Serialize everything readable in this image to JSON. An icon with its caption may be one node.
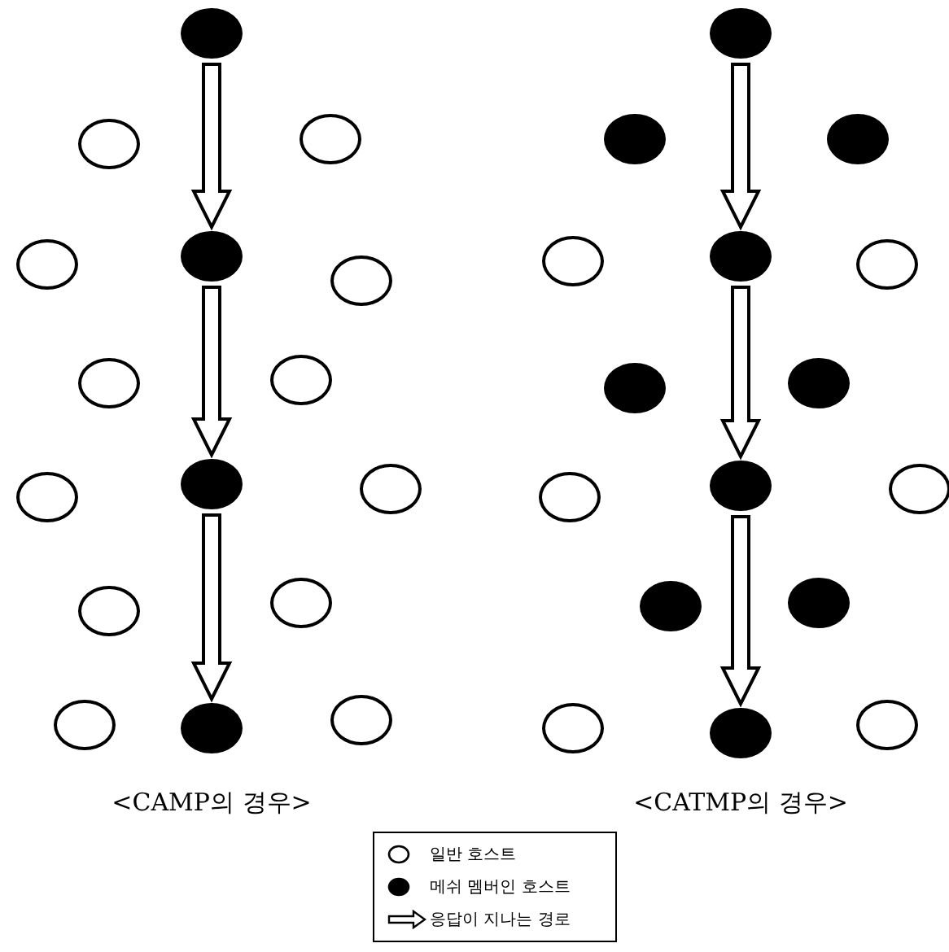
{
  "diagram": {
    "nodes": [
      {
        "text": [],
        "shape": "circle"
      },
      {
        "text": [],
        "shape": "circle"
      },
      {
        "text": [],
        "shape": "circle"
      },
      {
        "text": [],
        "shape": "circle"
      },
      {
        "text": [],
        "shape": "circle"
      },
      {
        "text": [],
        "shape": "circle"
      },
      {
        "text": [],
        "shape": "circle"
      },
      {
        "text": [],
        "shape": "circle"
      },
      {
        "text": [],
        "shape": "circle"
      },
      {
        "text": [],
        "shape": "circle"
      },
      {
        "text": [],
        "shape": "circle"
      },
      {
        "text": [],
        "shape": "circle"
      },
      {
        "text": [],
        "shape": "circle"
      },
      {
        "text": [],
        "shape": "circle"
      },
      {
        "text": [],
        "shape": "circle"
      },
      {
        "text": [],
        "shape": "circle"
      },
      {
        "text": [],
        "shape": "circle"
      },
      {
        "text": [],
        "shape": "circle"
      },
      {
        "text": [],
        "shape": "circle"
      },
      {
        "text": [],
        "shape": "circle"
      },
      {
        "text": [],
        "shape": "circle"
      },
      {
        "text": [],
        "shape": "circle"
      },
      {
        "text": [],
        "shape": "circle"
      },
      {
        "text": [],
        "shape": "circle"
      },
      {
        "text": [],
        "shape": "circle"
      },
      {
        "text": [],
        "shape": "circle"
      },
      {
        "text": [],
        "shape": "circle"
      },
      {
        "text": [],
        "shape": "circle"
      },
      {
        "text": [],
        "shape": "circle"
      },
      {
        "text": [],
        "shape": "circle"
      },
      {
        "text": [],
        "shape": "circle"
      },
      {
        "text": [],
        "shape": "circle"
      }
    ],
    "edges": [
      {
        "from": 0,
        "to": 4,
        "arrow": "to"
      },
      {
        "from": 4,
        "to": 9,
        "arrow": "to"
      },
      {
        "from": 9,
        "to": 14,
        "arrow": "to"
      },
      {
        "from": 16,
        "to": 20,
        "arrow": "to"
      },
      {
        "from": 20,
        "to": 25,
        "arrow": "to"
      },
      {
        "from": 25,
        "to": 30,
        "arrow": "to"
      }
    ],
    "labels": [
      "<CAMP의 경우>",
      "<CATMP의 경우>"
    ],
    "legend": [
      {
        "text": "일반 호스트"
      },
      {
        "text": "메쉬 멤버인 호스트"
      },
      {
        "text": "응답이 지나는 경로"
      }
    ]
  }
}
